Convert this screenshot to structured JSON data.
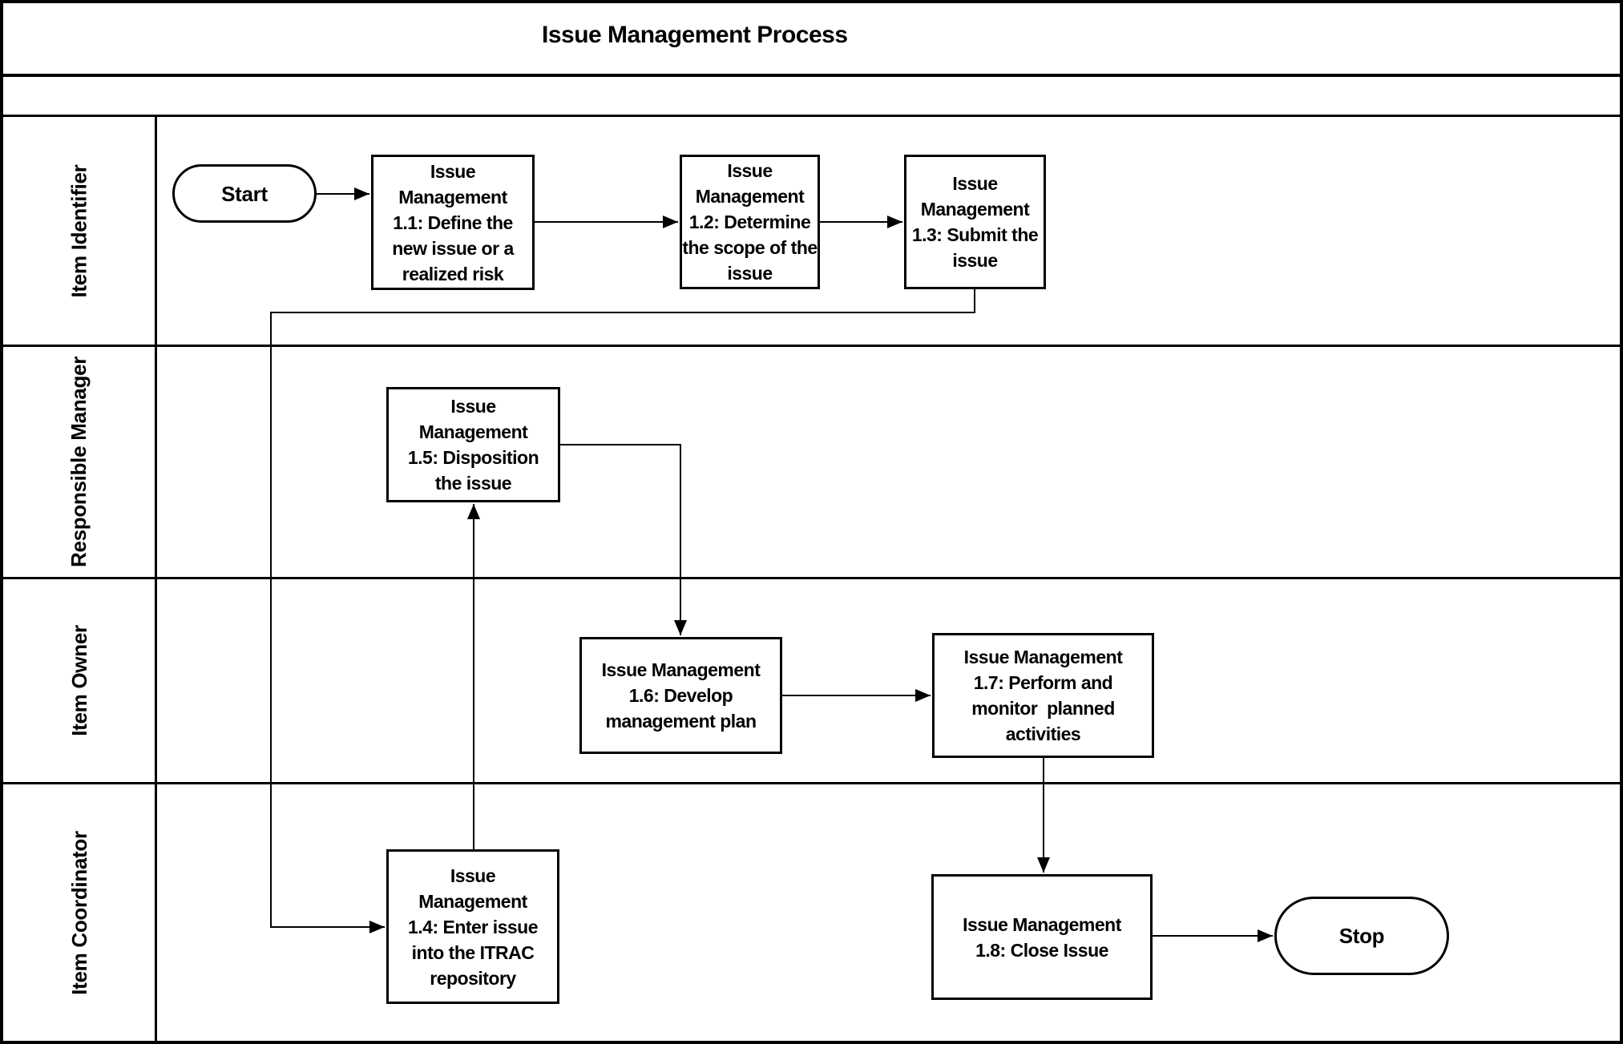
{
  "title": "Issue Management Process",
  "lanes": [
    {
      "label": "Item Identifier"
    },
    {
      "label": "Responsible Manager"
    },
    {
      "label": "Item Owner"
    },
    {
      "label": "Item Coordinator"
    }
  ],
  "nodes": {
    "start": {
      "lines": [
        "Start"
      ]
    },
    "step11": {
      "lines": [
        "Issue",
        "Management",
        "1.1: Define the",
        "new issue or a",
        "realized risk"
      ]
    },
    "step12": {
      "lines": [
        "Issue",
        "Management",
        "1.2: Determine",
        "the scope of the",
        "issue"
      ]
    },
    "step13": {
      "lines": [
        "Issue",
        "Management",
        "1.3: Submit the",
        "issue"
      ]
    },
    "step14": {
      "lines": [
        "Issue",
        "Management",
        "1.4: Enter issue",
        "into the ITRAC",
        "repository"
      ]
    },
    "step15": {
      "lines": [
        "Issue",
        "Management",
        "1.5: Disposition",
        "the issue"
      ]
    },
    "step16": {
      "lines": [
        "Issue Management",
        "1.6: Develop",
        "management plan"
      ]
    },
    "step17": {
      "lines": [
        "Issue Management",
        "1.7: Perform and",
        "monitor  planned",
        "activities"
      ]
    },
    "step18": {
      "lines": [
        "Issue Management",
        "1.8: Close Issue"
      ]
    },
    "stop": {
      "lines": [
        "Stop"
      ]
    }
  },
  "colors": {
    "ink": "#000000",
    "background": "#ffffff"
  }
}
